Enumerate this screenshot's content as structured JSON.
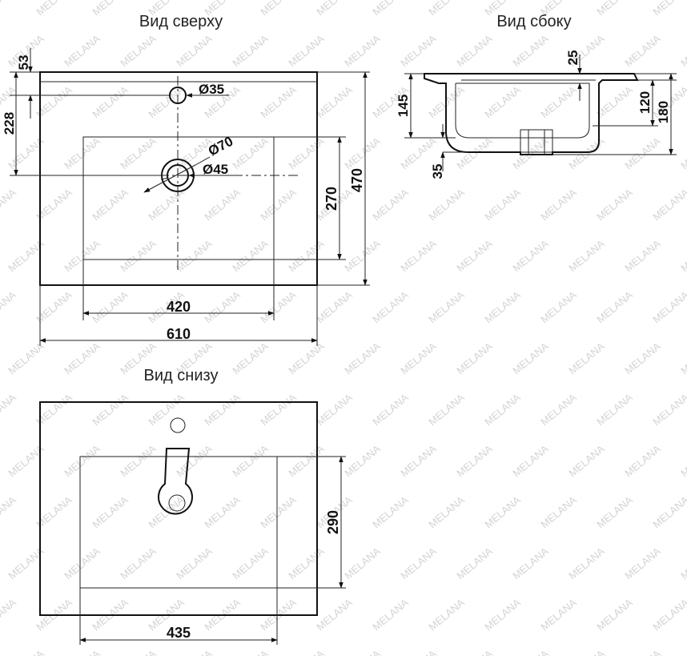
{
  "watermark": "MELANA",
  "views": {
    "top": {
      "title": "Вид сверху"
    },
    "side": {
      "title": "Вид сбоку"
    },
    "bottom": {
      "title": "Вид снизу"
    }
  },
  "dimensions": {
    "top_offset": "53",
    "hole_position": "228",
    "faucet_hole": "Ø35",
    "drain_outer": "Ø70",
    "drain_inner": "Ø45",
    "bowl_depth_top": "270",
    "total_depth": "470",
    "bowl_width_top": "420",
    "total_width": "610",
    "side_rim": "25",
    "side_depth": "145",
    "side_inner": "120",
    "side_total": "180",
    "side_drain": "35",
    "bottom_depth": "290",
    "bottom_width": "435"
  },
  "colors": {
    "line": "#111111",
    "watermark": "#d4d4d4",
    "background": "#ffffff"
  }
}
